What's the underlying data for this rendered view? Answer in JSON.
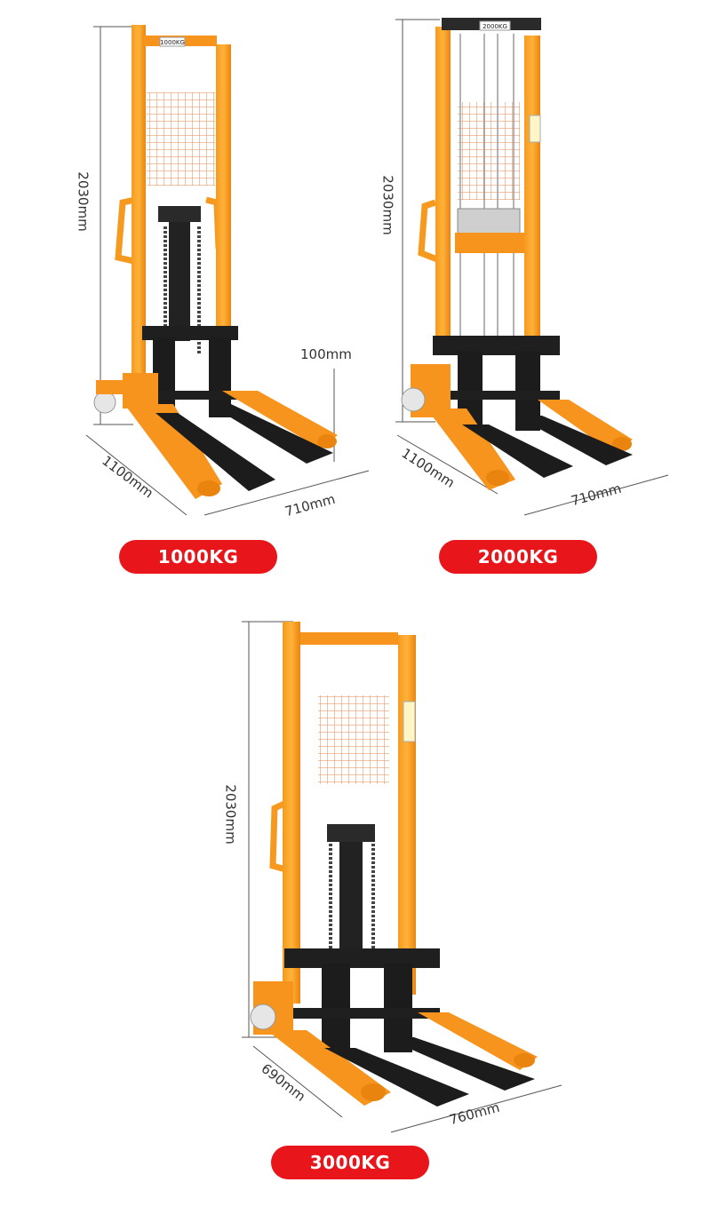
{
  "products": [
    {
      "model_plate": "1000KG",
      "capacity_label": "1000KG",
      "height": "2030mm",
      "lift_min": "100mm",
      "length": "1100mm",
      "width": "710mm"
    },
    {
      "model_plate": "2000KG",
      "capacity_label": "2000KG",
      "height": "2030mm",
      "length": "1100mm",
      "width": "710mm"
    },
    {
      "capacity_label": "3000KG",
      "height": "2030mm",
      "length": "690mm",
      "width": "760mm"
    }
  ],
  "colors": {
    "frame_orange": "#f7941d",
    "fork_black": "#1c1c1c",
    "badge_red": "#e8161b",
    "mesh": "#e07a3a"
  }
}
